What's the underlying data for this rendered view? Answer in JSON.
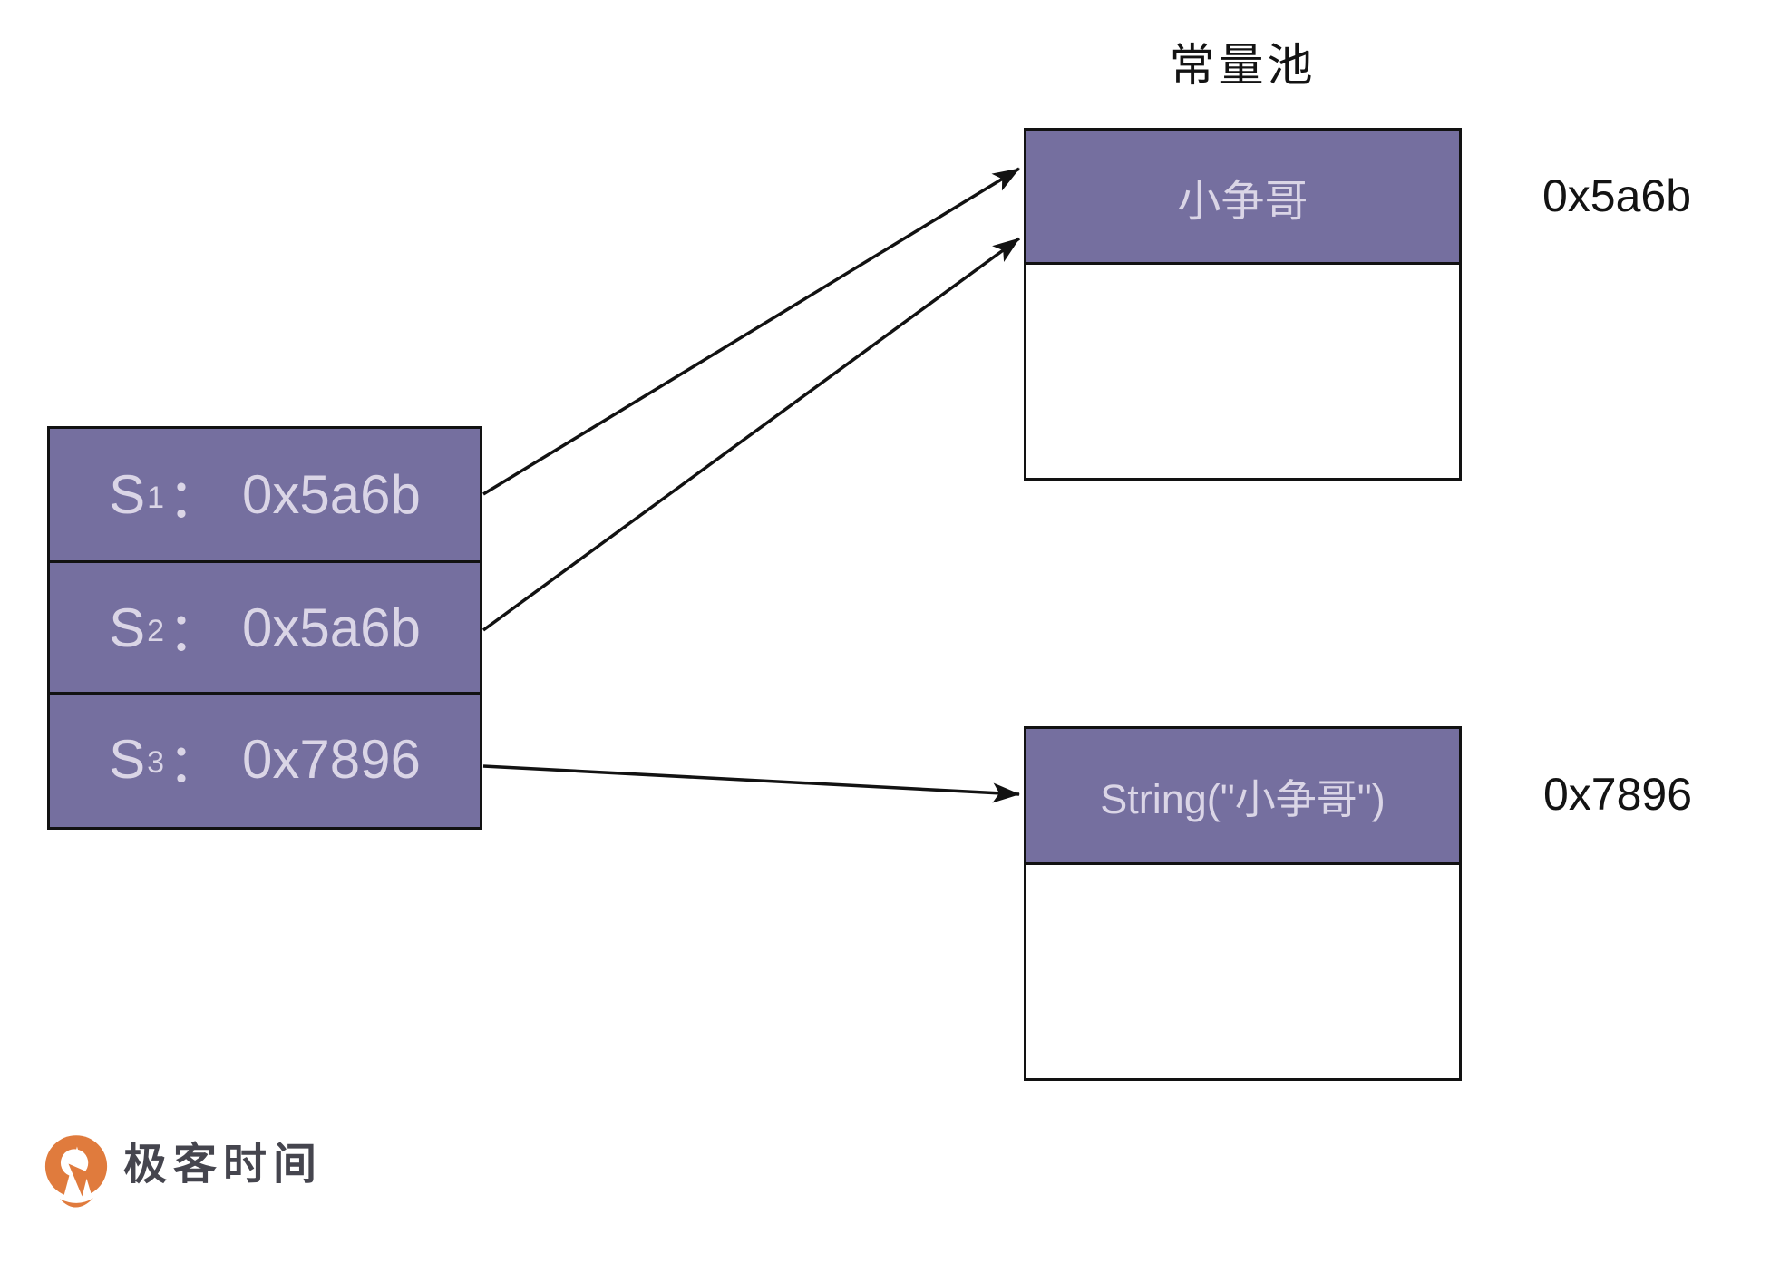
{
  "pool": {
    "title": "常量池",
    "literal_box": {
      "label": "小争哥",
      "address": "0x5a6b"
    },
    "object_box": {
      "label": "String(\"小争哥\")",
      "address": "0x7896"
    }
  },
  "variables": {
    "rows": [
      {
        "name": "S",
        "sub": "1",
        "colon": "：",
        "value": "0x5a6b"
      },
      {
        "name": "S",
        "sub": "2",
        "colon": "：",
        "value": "0x5a6b"
      },
      {
        "name": "S",
        "sub": "3",
        "colon": "：",
        "value": "0x7896"
      }
    ]
  },
  "edges": [
    {
      "from": "S1",
      "to": "literal_box"
    },
    {
      "from": "S2",
      "to": "literal_box"
    },
    {
      "from": "S3",
      "to": "object_box"
    }
  ],
  "logo": {
    "text": "极客时间",
    "icon": "geektime-circle-icon"
  },
  "colors": {
    "box_fill": "#756f9f",
    "box_text": "#dad5e6",
    "line": "#121212",
    "logo_orange": "#e07b3d",
    "logo_text": "#45454e"
  }
}
